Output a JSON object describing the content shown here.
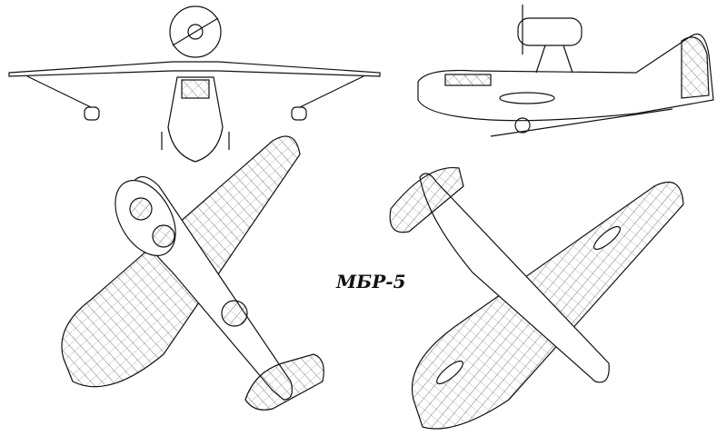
{
  "drawing": {
    "title": "МБР-5",
    "line_color": "#111111",
    "background": "#ffffff",
    "views": [
      "front-view",
      "side-view",
      "bottom-view",
      "top-view"
    ]
  }
}
